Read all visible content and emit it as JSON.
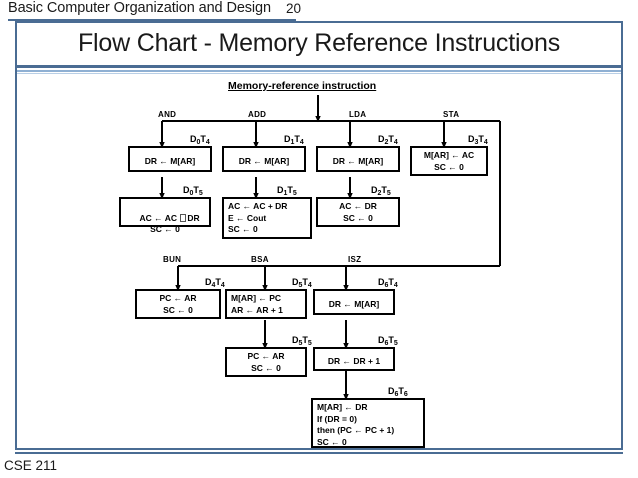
{
  "header": {
    "course_title": "Basic Computer Organization and Design",
    "page_number": "20"
  },
  "slide": {
    "title": "Flow Chart - Memory Reference Instructions",
    "footer": "CSE 211"
  },
  "flowchart": {
    "headline": "Memory-reference instruction",
    "branch_labels": {
      "and": "AND",
      "add": "ADD",
      "lda": "LDA",
      "sta": "STA",
      "bun": "BUN",
      "bsa": "BSA",
      "isz": "ISZ"
    },
    "timing": {
      "d0t4": "D0T4",
      "d1t4": "D1T4",
      "d2t4": "D2T4",
      "d3t4": "D3T4",
      "d0t5": "D0T5",
      "d1t5": "D1T5",
      "d2t5": "D2T5",
      "d4t4": "D4T4",
      "d5t4": "D5T4",
      "d6t4": "D6T4",
      "d5t5": "D5T5",
      "d6t5": "D6T5",
      "d6t6": "D6T6"
    },
    "boxes": {
      "and_t4": "DR ← M[AR]",
      "add_t4": "DR ← M[AR]",
      "lda_t4": "DR ← M[AR]",
      "sta_t4": "M[AR] ← AC\nSC ← 0",
      "and_t5_line1_a": "AC ← AC ",
      "and_t5_line1_b": "DR",
      "and_t5_line2": "SC ← 0",
      "add_t5": "AC ← AC + DR\nE ← Cout\nSC ← 0",
      "lda_t5": "AC ← DR\nSC ← 0",
      "bun_t4": "PC ← AR\nSC ← 0",
      "bsa_t4": "M[AR] ← PC\nAR ← AR + 1",
      "isz_t4": "DR ← M[AR]",
      "bsa_t5": "PC ← AR\nSC ← 0",
      "isz_t5": "DR ← DR + 1",
      "isz_t6": "M[AR] ← DR\nIf (DR = 0)\nthen (PC ← PC + 1)\nSC ← 0"
    }
  },
  "colors": {
    "frame_blue": "#4a6c93",
    "rule_mid_blue": "#8fb0d3",
    "rule_light_blue": "#b9cfe6",
    "ink": "#000000",
    "page_background": "#ffffff"
  }
}
